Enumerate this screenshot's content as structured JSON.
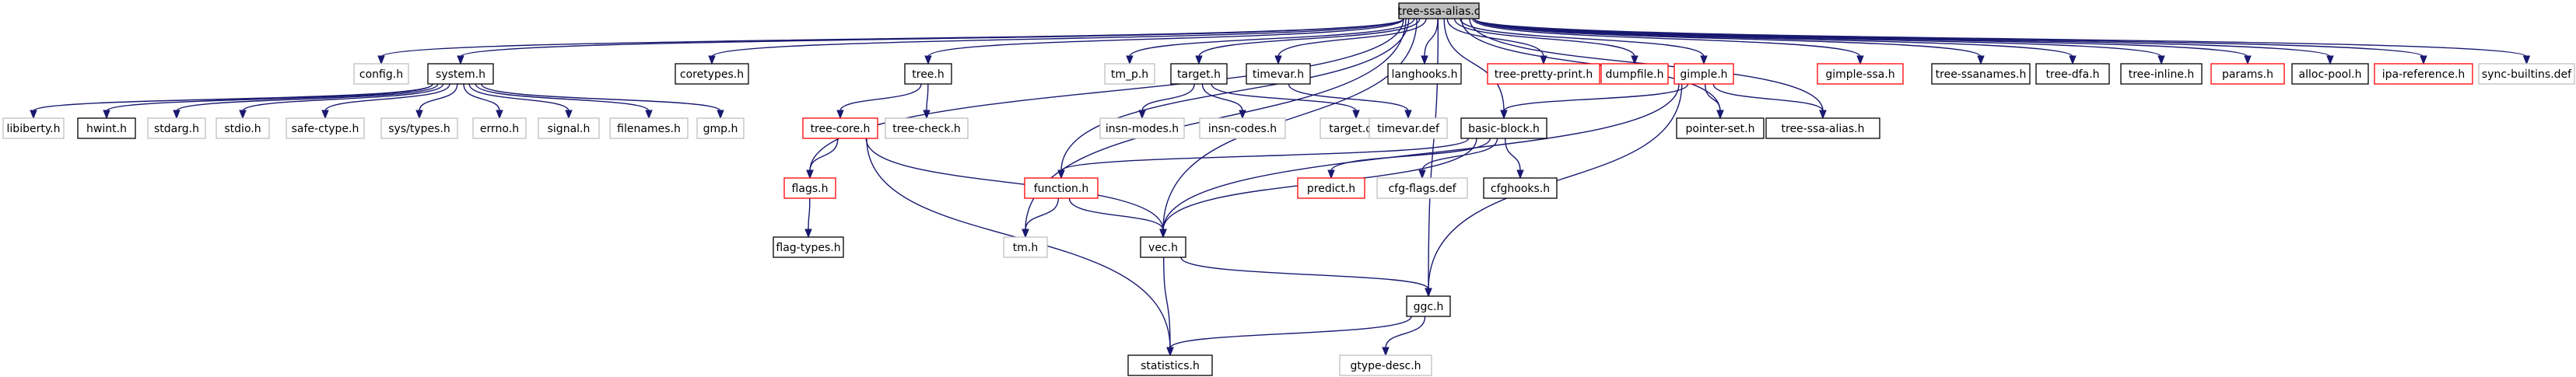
{
  "diagram": {
    "nodes": [
      {
        "id": "root",
        "label": "tree-ssa-alias.c",
        "style": "root"
      },
      {
        "id": "config",
        "label": "config.h",
        "style": "gray"
      },
      {
        "id": "system",
        "label": "system.h",
        "style": "black"
      },
      {
        "id": "coretypes",
        "label": "coretypes.h",
        "style": "black"
      },
      {
        "id": "tree",
        "label": "tree.h",
        "style": "black"
      },
      {
        "id": "tmp",
        "label": "tm_p.h",
        "style": "gray"
      },
      {
        "id": "target",
        "label": "target.h",
        "style": "black"
      },
      {
        "id": "timevarh",
        "label": "timevar.h",
        "style": "black"
      },
      {
        "id": "langhooks",
        "label": "langhooks.h",
        "style": "black"
      },
      {
        "id": "prettyprint",
        "label": "tree-pretty-print.h",
        "style": "red"
      },
      {
        "id": "dumpfile",
        "label": "dumpfile.h",
        "style": "red"
      },
      {
        "id": "gimple",
        "label": "gimple.h",
        "style": "red"
      },
      {
        "id": "gimplessa",
        "label": "gimple-ssa.h",
        "style": "red"
      },
      {
        "id": "ssanames",
        "label": "tree-ssanames.h",
        "style": "black"
      },
      {
        "id": "dfa",
        "label": "tree-dfa.h",
        "style": "black"
      },
      {
        "id": "inline",
        "label": "tree-inline.h",
        "style": "black"
      },
      {
        "id": "params",
        "label": "params.h",
        "style": "red"
      },
      {
        "id": "allocpool",
        "label": "alloc-pool.h",
        "style": "black"
      },
      {
        "id": "ipareference",
        "label": "ipa-reference.h",
        "style": "red"
      },
      {
        "id": "syncbuiltins",
        "label": "sync-builtins.def",
        "style": "gray"
      },
      {
        "id": "libiberty",
        "label": "libiberty.h",
        "style": "gray"
      },
      {
        "id": "hwint",
        "label": "hwint.h",
        "style": "black"
      },
      {
        "id": "stdarg",
        "label": "stdarg.h",
        "style": "gray"
      },
      {
        "id": "stdio",
        "label": "stdio.h",
        "style": "gray"
      },
      {
        "id": "safectype",
        "label": "safe-ctype.h",
        "style": "gray"
      },
      {
        "id": "systypes",
        "label": "sys/types.h",
        "style": "gray"
      },
      {
        "id": "errno",
        "label": "errno.h",
        "style": "gray"
      },
      {
        "id": "signal",
        "label": "signal.h",
        "style": "gray"
      },
      {
        "id": "filenames",
        "label": "filenames.h",
        "style": "gray"
      },
      {
        "id": "gmp",
        "label": "gmp.h",
        "style": "gray"
      },
      {
        "id": "treecore",
        "label": "tree-core.h",
        "style": "red"
      },
      {
        "id": "treecheck",
        "label": "tree-check.h",
        "style": "gray"
      },
      {
        "id": "insnmodes",
        "label": "insn-modes.h",
        "style": "gray"
      },
      {
        "id": "insncodes",
        "label": "insn-codes.h",
        "style": "gray"
      },
      {
        "id": "targetdef",
        "label": "target.def",
        "style": "gray"
      },
      {
        "id": "timevardef",
        "label": "timevar.def",
        "style": "gray"
      },
      {
        "id": "basicblock",
        "label": "basic-block.h",
        "style": "black"
      },
      {
        "id": "pointerset",
        "label": "pointer-set.h",
        "style": "black"
      },
      {
        "id": "ssaalias",
        "label": "tree-ssa-alias.h",
        "style": "black"
      },
      {
        "id": "flags",
        "label": "flags.h",
        "style": "red"
      },
      {
        "id": "function",
        "label": "function.h",
        "style": "red"
      },
      {
        "id": "predict",
        "label": "predict.h",
        "style": "red"
      },
      {
        "id": "cfgflags",
        "label": "cfg-flags.def",
        "style": "gray"
      },
      {
        "id": "cfghooks",
        "label": "cfghooks.h",
        "style": "black"
      },
      {
        "id": "flagtypes",
        "label": "flag-types.h",
        "style": "black"
      },
      {
        "id": "tm",
        "label": "tm.h",
        "style": "gray"
      },
      {
        "id": "vec",
        "label": "vec.h",
        "style": "black"
      },
      {
        "id": "ggc",
        "label": "ggc.h",
        "style": "black"
      },
      {
        "id": "gtypedesc",
        "label": "gtype-desc.h",
        "style": "gray"
      },
      {
        "id": "statistics",
        "label": "statistics.h",
        "style": "black"
      }
    ],
    "edges": [
      [
        "root",
        "config"
      ],
      [
        "root",
        "system"
      ],
      [
        "root",
        "coretypes"
      ],
      [
        "root",
        "tree"
      ],
      [
        "root",
        "tmp"
      ],
      [
        "root",
        "target"
      ],
      [
        "root",
        "timevarh"
      ],
      [
        "root",
        "langhooks"
      ],
      [
        "root",
        "prettyprint"
      ],
      [
        "root",
        "dumpfile"
      ],
      [
        "root",
        "gimple"
      ],
      [
        "root",
        "gimplessa"
      ],
      [
        "root",
        "ssanames"
      ],
      [
        "root",
        "dfa"
      ],
      [
        "root",
        "inline"
      ],
      [
        "root",
        "params"
      ],
      [
        "root",
        "allocpool"
      ],
      [
        "root",
        "ipareference"
      ],
      [
        "root",
        "syncbuiltins"
      ],
      [
        "root",
        "flags"
      ],
      [
        "root",
        "function"
      ],
      [
        "root",
        "tm"
      ],
      [
        "root",
        "vec"
      ],
      [
        "root",
        "ggc"
      ],
      [
        "root",
        "basicblock"
      ],
      [
        "root",
        "pointerset"
      ],
      [
        "root",
        "ssaalias"
      ],
      [
        "system",
        "libiberty"
      ],
      [
        "system",
        "hwint"
      ],
      [
        "system",
        "stdarg"
      ],
      [
        "system",
        "stdio"
      ],
      [
        "system",
        "safectype"
      ],
      [
        "system",
        "systypes"
      ],
      [
        "system",
        "errno"
      ],
      [
        "system",
        "signal"
      ],
      [
        "system",
        "filenames"
      ],
      [
        "system",
        "gmp"
      ],
      [
        "tree",
        "treecore"
      ],
      [
        "tree",
        "treecheck"
      ],
      [
        "treecore",
        "flags"
      ],
      [
        "treecore",
        "vec"
      ],
      [
        "treecore",
        "statistics"
      ],
      [
        "flags",
        "flagtypes"
      ],
      [
        "target",
        "insnmodes"
      ],
      [
        "target",
        "insncodes"
      ],
      [
        "target",
        "targetdef"
      ],
      [
        "timevarh",
        "timevardef"
      ],
      [
        "gimple",
        "basicblock"
      ],
      [
        "gimple",
        "pointerset"
      ],
      [
        "gimple",
        "ssaalias"
      ],
      [
        "gimple",
        "vec"
      ],
      [
        "gimple",
        "ggc"
      ],
      [
        "basicblock",
        "function"
      ],
      [
        "basicblock",
        "predict"
      ],
      [
        "basicblock",
        "cfgflags"
      ],
      [
        "basicblock",
        "cfghooks"
      ],
      [
        "basicblock",
        "vec"
      ],
      [
        "function",
        "tm"
      ],
      [
        "function",
        "vec"
      ],
      [
        "vec",
        "ggc"
      ],
      [
        "vec",
        "statistics"
      ],
      [
        "ggc",
        "gtypedesc"
      ],
      [
        "ggc",
        "statistics"
      ]
    ]
  },
  "colors": {
    "edge": "#191970",
    "border_black": "#000000",
    "border_gray": "#bfbfbf",
    "border_red": "#ff0000",
    "root_fill": "#bfbfbf",
    "node_fill": "#ffffff"
  }
}
